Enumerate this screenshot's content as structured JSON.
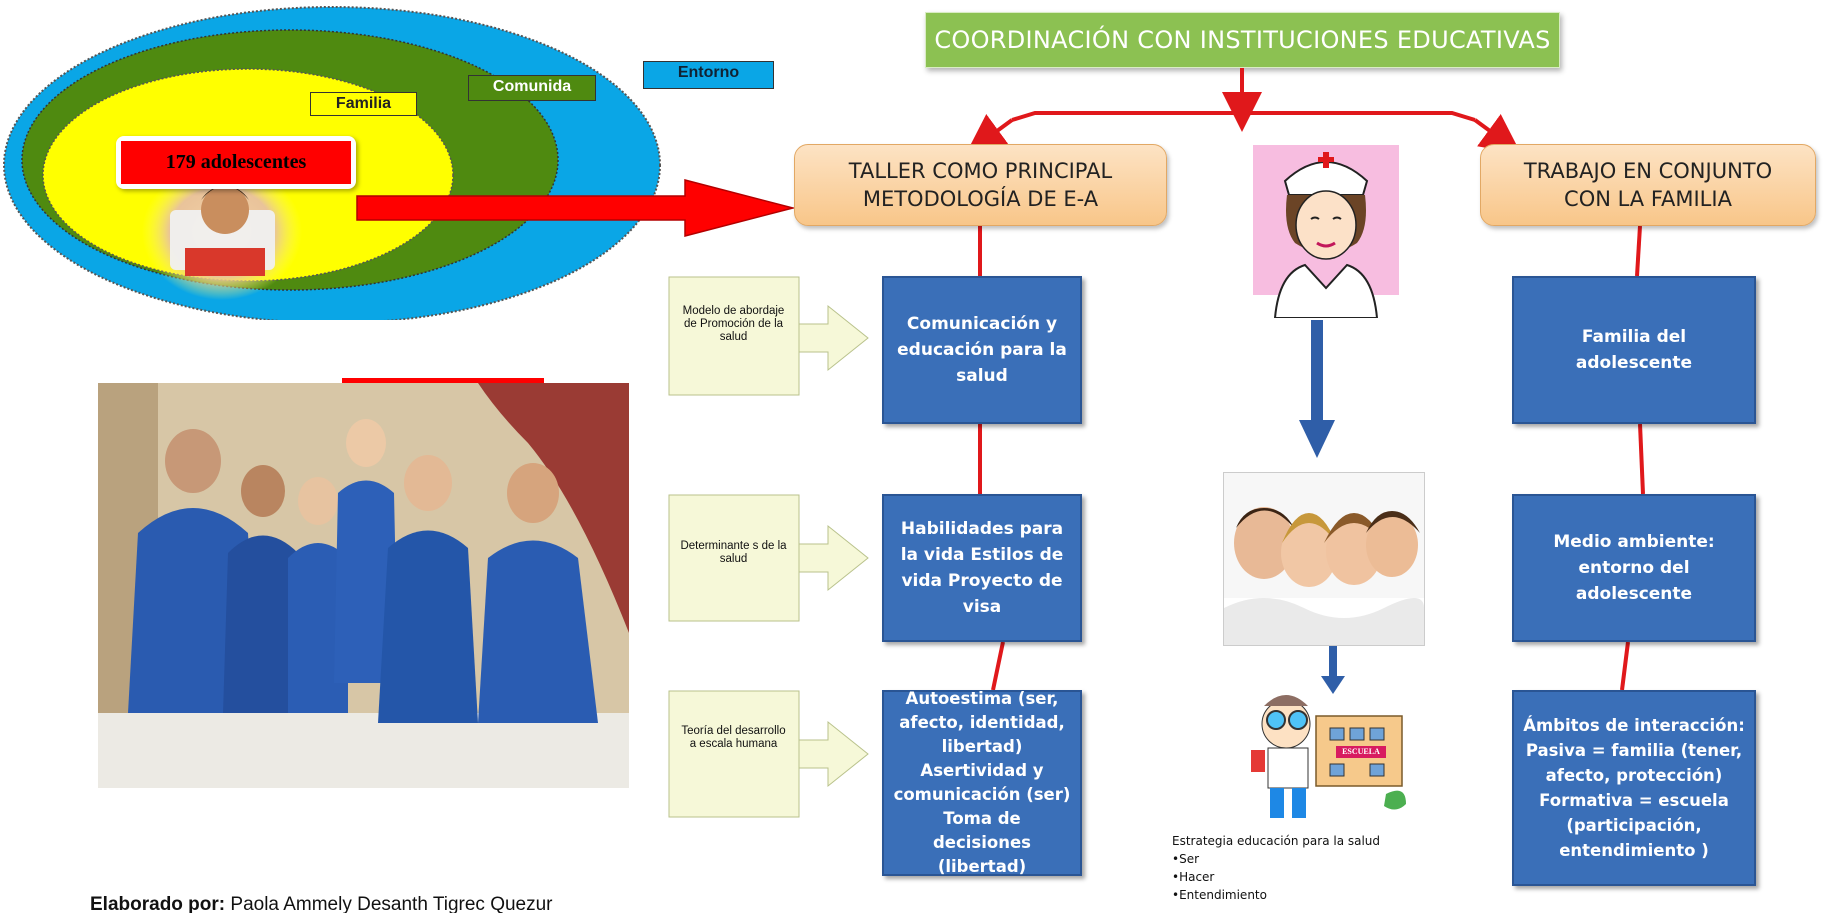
{
  "diagram": {
    "title": "COORDINACIÓN CON INSTITUCIONES EDUCATIVAS",
    "ovals": {
      "entorno": "Entorno",
      "comunidad": "Comunida",
      "familia": "Familia",
      "count_label": "179 adolescentes"
    },
    "branches": {
      "left_header": "TALLER COMO PRINCIPAL METODOLOGÍA DE E-A",
      "right_header": "TRABAJO EN CONJUNTO CON LA FAMILIA"
    },
    "left_boxes": [
      "Comunicación  y educación para la salud",
      "Habilidades para la vida Estilos de vida Proyecto de visa",
      "Autoestima  (ser, afecto, identidad, libertad) Asertividad  y comunicación (ser) Toma de decisiones (libertad)"
    ],
    "side_labels": [
      "Modelo de abordaje de Promoción de la salud",
      "Determinante s de la salud",
      "Teoría del desarrollo a escala humana"
    ],
    "right_boxes": [
      "Familia del adolescente",
      "Medio ambiente: entorno del adolescente",
      "Ámbitos de interacción: Pasiva = familia (tener, afecto, protección) Formativa = escuela (participación, entendimiento )"
    ],
    "school_sign": "ESCUELA",
    "strategy": {
      "heading": "Estrategia educación para la salud",
      "items": [
        "•Ser",
        "•Hacer",
        "•Entendimiento"
      ]
    },
    "footer": {
      "bold": "Elaborado por:",
      "rest": " Paola Ammely Desanth Tigrec Quezur"
    },
    "colors": {
      "title_green": "#8cc152",
      "blue_box": "#3a6fb8",
      "connector_red": "#e0181b",
      "entorno_blue": "#0aa6e6",
      "comunidad_green": "#4f8a10",
      "familia_yellow": "#ffff00"
    }
  }
}
